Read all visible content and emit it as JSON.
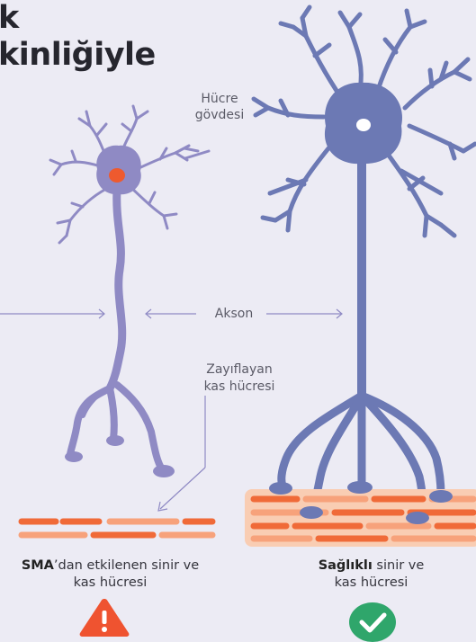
{
  "title": {
    "line1": "k",
    "line2": "kinliğiyle"
  },
  "labels": {
    "cell_body": "Hücre\ngövdesi",
    "axon": "Akson",
    "weakened_muscle": "Zayıflayan\nkas hücresi"
  },
  "captions": {
    "sma_bold": "SMA",
    "sma_rest_line1": "’dan etkilenen sinir ve",
    "sma_line2": "kas hücresi",
    "healthy_bold": "Sağlıklı",
    "healthy_rest_line1": " sinir ve",
    "healthy_line2": "kas hücresi"
  },
  "icons": {
    "warning": "warning-triangle-icon",
    "check": "check-circle-icon"
  },
  "colors": {
    "background": "#ecebf4",
    "sma_neuron": "#8f8ac4",
    "healthy_neuron": "#6c79b4",
    "sma_nucleus": "#ee5a2e",
    "healthy_nucleus": "#ffffff",
    "muscle_dark": "#f06a38",
    "muscle_light": "#f7a27b",
    "muscle_bg": "#f9cdb3",
    "warning": "#ef5330",
    "check": "#2fa66b"
  }
}
